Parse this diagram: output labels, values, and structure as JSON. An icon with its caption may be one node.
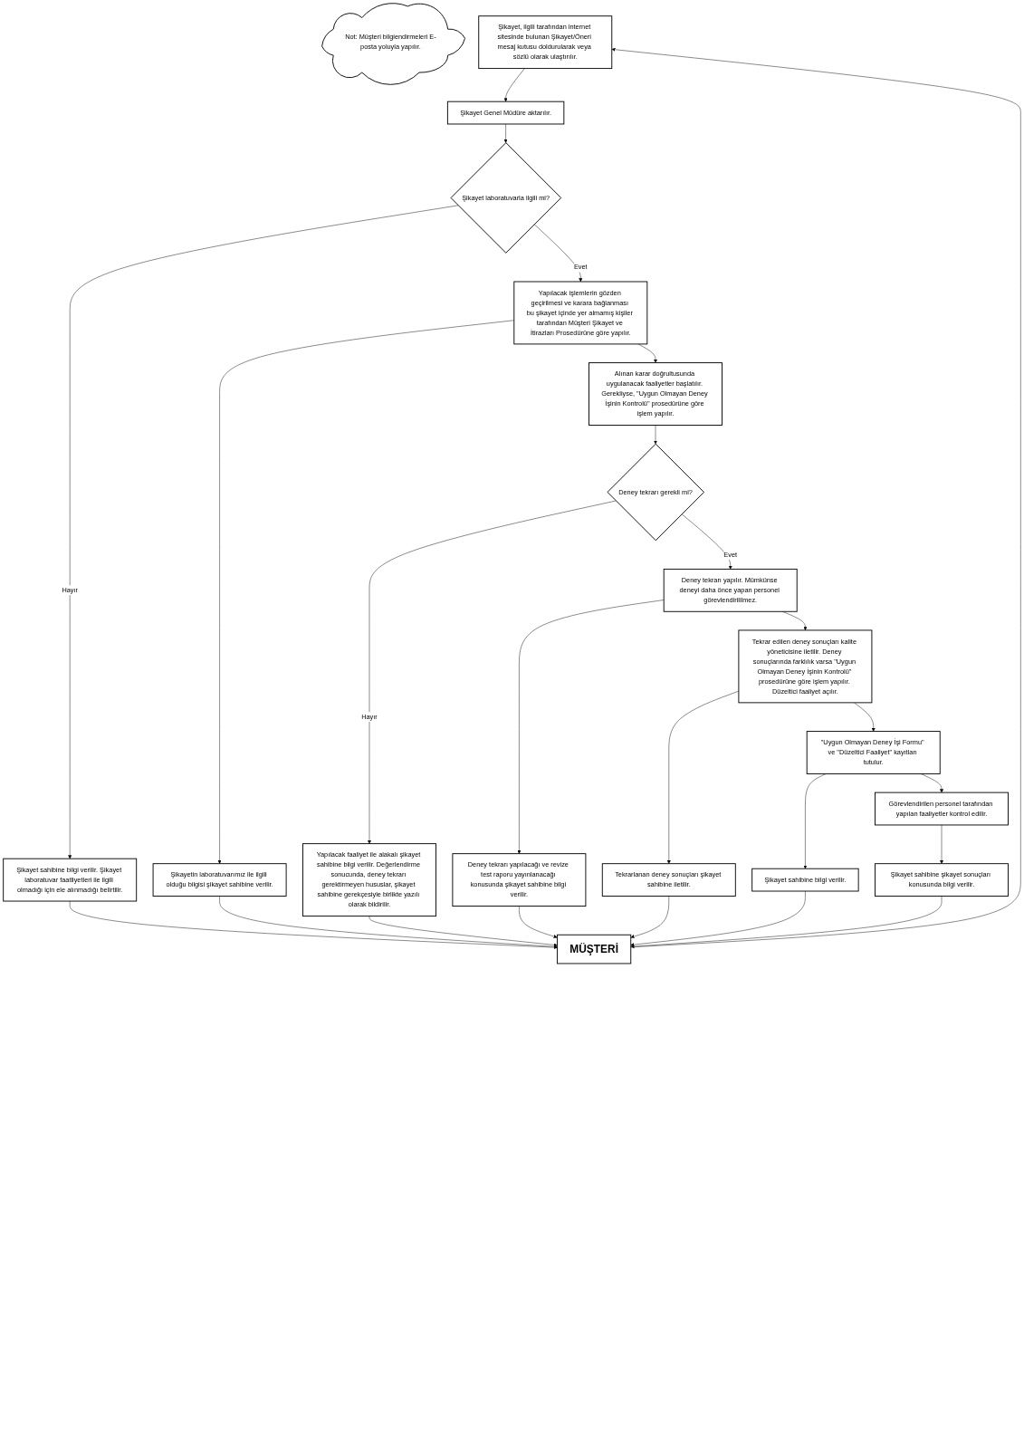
{
  "diagram": {
    "nodes": [
      {
        "text": [
          "Şikayet, ilgili tarafından internet sitesinde bulunan Şikayet/Öneri mesaj kutusu doldurularak veya sözlü olarak ulaştırılır."
        ]
      },
      {
        "text": [
          "Şikayet Genel Müdüre aktarılır."
        ]
      },
      {
        "text": [
          "Şikayet laboratuvarla ilgili mi?"
        ]
      },
      {
        "text": [
          "Not: Müşteri bilgiendirmeleri E-posta yoluyla yapılır."
        ]
      },
      {
        "text": [
          "Şikayet sahibine bilgi verilir. Şikayet laboratuvar faatliyetleri ile ilgili olmadığı için ele alınmadığı belirtilir."
        ]
      },
      {
        "text": [
          "Yapılacak işlemlerin gözden geçirilmesi ve karara bağlanması bu şikayet içinde yer almamış kişiler tarafından Müşteri Şikayet ve İtirazları Prosedürüne göre yapılır."
        ]
      },
      {
        "text": [
          "Şikayetin laboratuvarımız ile ilgili olduğu bilgisi şikayet sahibine verilir."
        ]
      },
      {
        "text": [
          "Alınan karar doğrultusunda uygulanacak faaliyetler başlatılır. Gerekliyse, \"Uygun Olmayan Deney İşinin Kontrolü\" prosedürüne göre işlem yapılır."
        ]
      },
      {
        "text": [
          "Deney tekrarı gerekli mi?"
        ]
      },
      {
        "text": [
          "Yapılacak faaliyet ile alakalı şikayet sahibine bilgi verilir. Değerlendirme sonucunda, deney tekrarı gerektirmeyen hususlar, şikayet sahibine gerekçesiyle birlikte yazılı olarak bildirilir."
        ]
      },
      {
        "text": [
          "Deney tekrarı yapılır. Mümkünse deneyi daha önce yapan personel görevlendirililmez."
        ]
      },
      {
        "text": [
          "Deney tekrarı yapılacağı ve revize test raporu yayınlanacağı konusunda şikayet sahibine bilgi verilir."
        ]
      },
      {
        "text": [
          "Tekrar edilen deney sonuçları kalite yöneticisine iletilir. Deney sonuçlarında farklılık varsa \"Uygun Olmayan Deney İşinin Kontrolü\" prosedürüne göre işlem yapılır. Düzeltici faaliyet açılır."
        ]
      },
      {
        "text": [
          "Tekrarlanan deney sonuçları şikayet sahibine iletilir."
        ]
      },
      {
        "text": [
          "\"Uygun Olmayan Deney İşi Formu\" ve \"Düzeltici Faaliyet\" kayıtları tutulur."
        ]
      },
      {
        "text": [
          "Şikayet sahibine bilgi verilir."
        ]
      },
      {
        "text": [
          "Görevlendirilen personel tarafından yapılan faaliyetler kontrol edilir."
        ]
      },
      {
        "text": [
          "Şikayet sahibine şikayet sonuçları konusunda bilgi verilir."
        ]
      },
      {
        "text": [
          "MÜŞTERİ"
        ]
      }
    ],
    "edges": [
      {
        "from": 0,
        "to": 1,
        "arrow": "to"
      },
      {
        "from": 1,
        "to": 2,
        "arrow": "to"
      },
      {
        "from": 2,
        "to": 5,
        "arrow": "to",
        "label": "Evet"
      },
      {
        "from": 2,
        "to": 4,
        "arrow": "to",
        "label": "Hayır"
      },
      {
        "from": 5,
        "to": 6,
        "arrow": "to"
      },
      {
        "from": 5,
        "to": 7,
        "arrow": "to"
      },
      {
        "from": 7,
        "to": 8,
        "arrow": "to"
      },
      {
        "from": 8,
        "to": 9,
        "arrow": "to",
        "label": "Hayır"
      },
      {
        "from": 8,
        "to": 10,
        "arrow": "to",
        "label": "Evet"
      },
      {
        "from": 10,
        "to": 11,
        "arrow": "to"
      },
      {
        "from": 10,
        "to": 12,
        "arrow": "to"
      },
      {
        "from": 12,
        "to": 13,
        "arrow": "to"
      },
      {
        "from": 12,
        "to": 14,
        "arrow": "to"
      },
      {
        "from": 14,
        "to": 15,
        "arrow": "to"
      },
      {
        "from": 14,
        "to": 16,
        "arrow": "to"
      },
      {
        "from": 16,
        "to": 17,
        "arrow": "to"
      },
      {
        "from": 4,
        "to": 18,
        "arrow": "to"
      },
      {
        "from": 6,
        "to": 18,
        "arrow": "to"
      },
      {
        "from": 9,
        "to": 18,
        "arrow": "to"
      },
      {
        "from": 11,
        "to": 18,
        "arrow": "to"
      },
      {
        "from": 13,
        "to": 18,
        "arrow": "to"
      },
      {
        "from": 15,
        "to": 18,
        "arrow": "to"
      },
      {
        "from": 17,
        "to": 18,
        "arrow": "to"
      },
      {
        "from": 18,
        "to": 0,
        "arrow": "to"
      }
    ]
  }
}
